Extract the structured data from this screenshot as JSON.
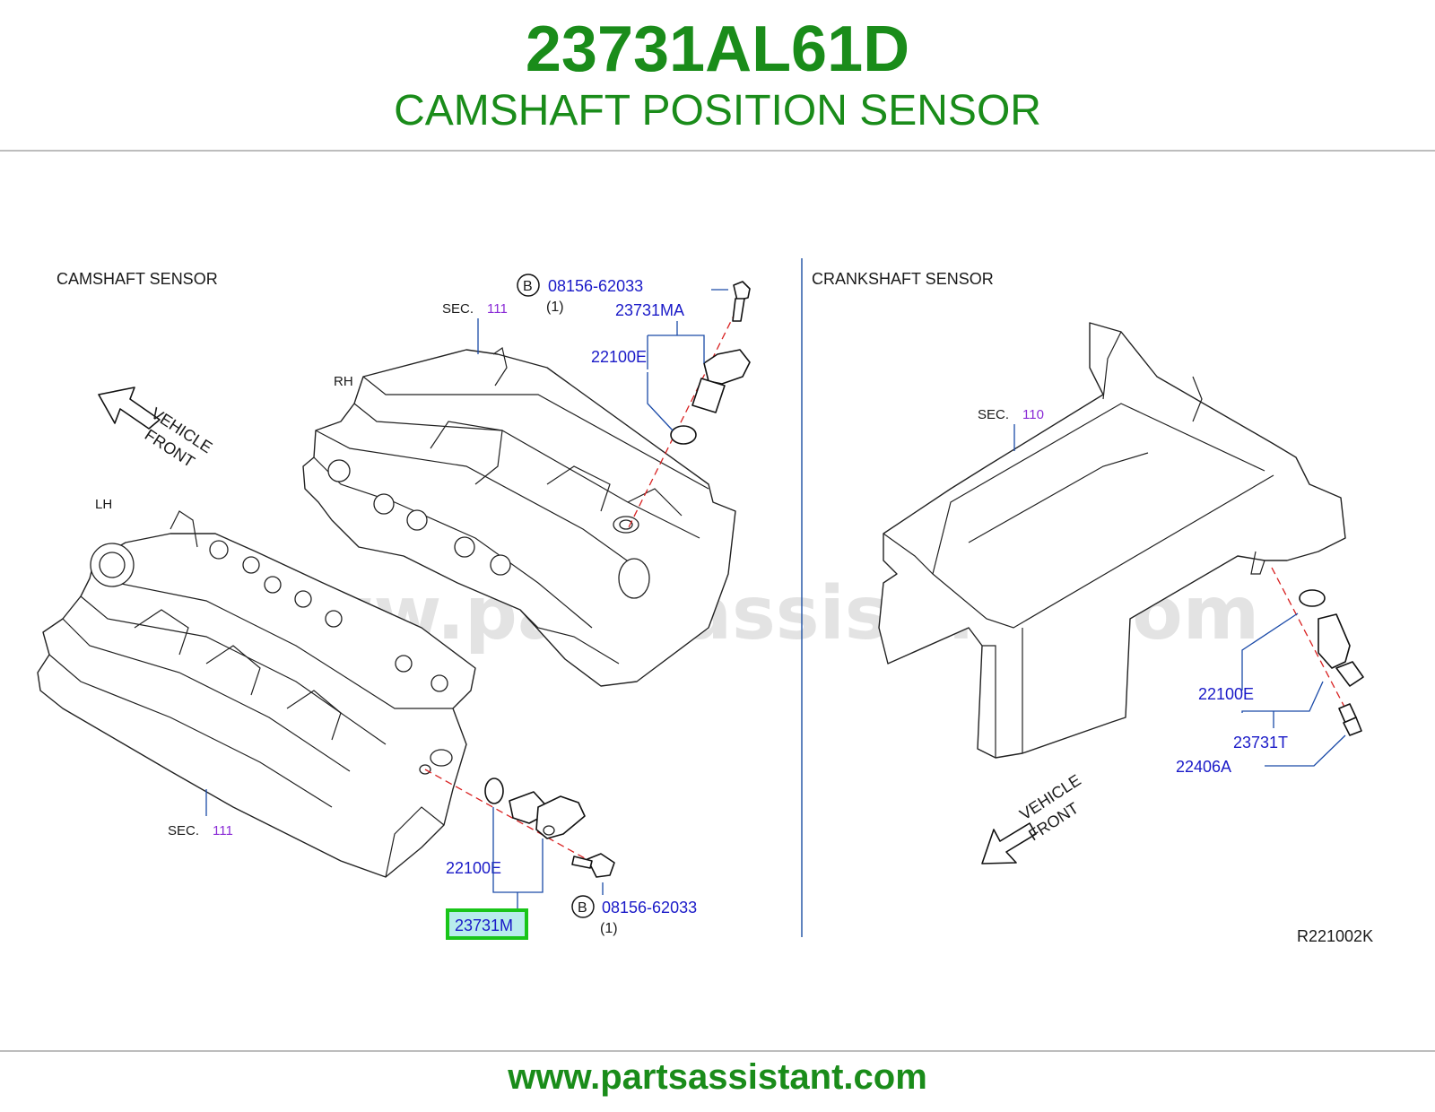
{
  "header": {
    "part_number": "23731AL61D",
    "part_name": "CAMSHAFT POSITION SENSOR"
  },
  "watermark": "www.partsassistant.com",
  "diagram": {
    "camshaft_title": "CAMSHAFT   SENSOR",
    "crankshaft_title": "CRANKSHAFT   SENSOR",
    "rh": "RH",
    "lh": "LH",
    "sec_prefix": "SEC.",
    "sec_top": "111",
    "sec_bottom": "111",
    "sec_crank": "110",
    "vehicle": "VEHICLE",
    "front": "FRONT",
    "bolt_marker": "B",
    "bolt_top": "08156-62033",
    "bolt_top_qty": "(1)",
    "bolt_bottom": "08156-62033",
    "bolt_bottom_qty": "(1)",
    "p_23731MA": "23731MA",
    "p_22100E_top": "22100E",
    "p_22100E_lh": "22100E",
    "p_23731M": "23731M",
    "p_22100E_crank": "22100E",
    "p_23731T": "23731T",
    "p_22406A": "22406A",
    "ref_code": "R221002K"
  },
  "footer": {
    "url": "www.partsassistant.com"
  }
}
